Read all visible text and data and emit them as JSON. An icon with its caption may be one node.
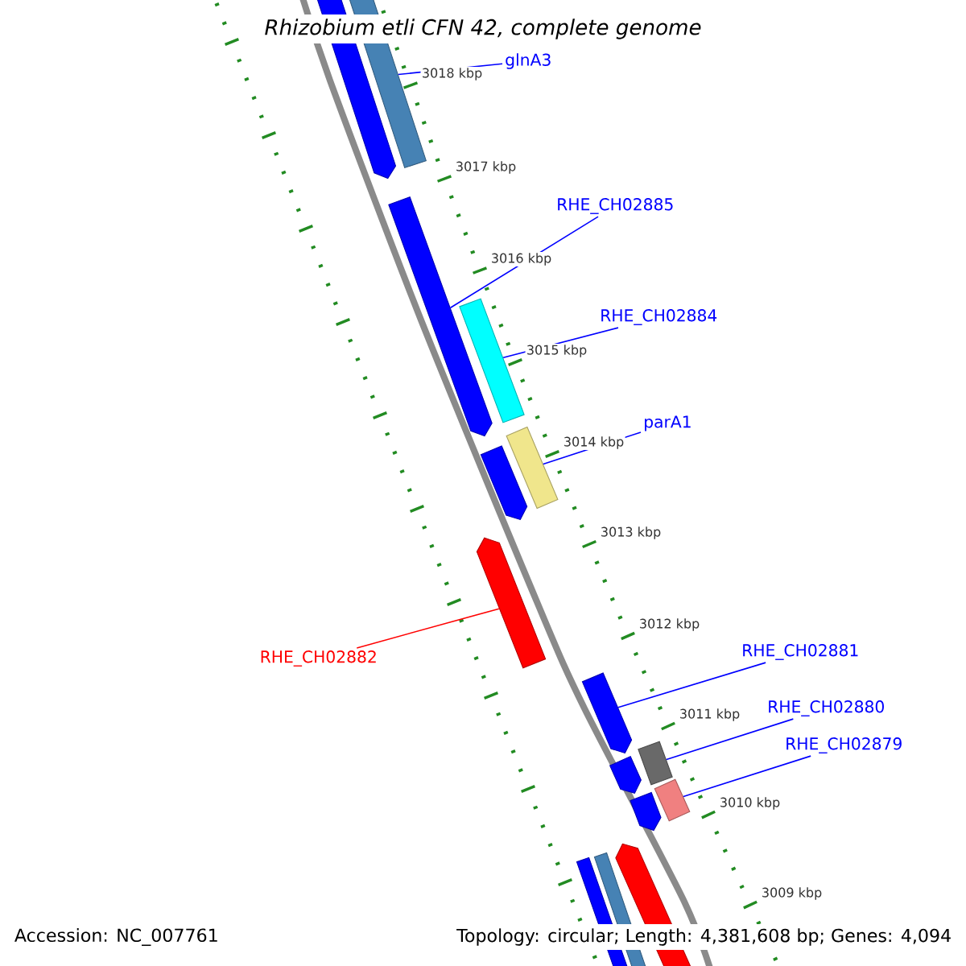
{
  "diagram": {
    "title": "Rhizobium etli CFN 42, complete genome",
    "nodes": [
      {
        "text": [
          "glnA3"
        ]
      },
      {
        "text": [],
        "shape": "bar"
      },
      {
        "text": [],
        "shape": "bar"
      },
      {
        "text": [
          "RHE_CH02885"
        ]
      },
      {
        "text": [],
        "shape": "bar"
      },
      {
        "text": [
          "RHE_CH02884"
        ]
      },
      {
        "text": [],
        "shape": "bar"
      },
      {
        "text": [
          "parA1"
        ]
      },
      {
        "text": [],
        "shape": "bar"
      },
      {
        "text": [],
        "shape": "bar"
      },
      {
        "text": [
          "RHE_CH02882"
        ]
      },
      {
        "text": [],
        "shape": "bar"
      },
      {
        "text": [
          "RHE_CH02881"
        ]
      },
      {
        "text": [],
        "shape": "bar"
      },
      {
        "text": [
          "RHE_CH02880"
        ]
      },
      {
        "text": [],
        "shape": "bar"
      },
      {
        "text": [],
        "shape": "bar"
      },
      {
        "text": [
          "RHE_CH02879"
        ]
      },
      {
        "text": [],
        "shape": "bar"
      },
      {
        "text": [],
        "shape": "bar"
      },
      {
        "text": [],
        "shape": "bar"
      },
      {
        "text": [],
        "shape": "bar"
      },
      {
        "text": [],
        "shape": "bar"
      }
    ],
    "edges": [
      {
        "from": 0,
        "to": 2,
        "arrow": "none"
      },
      {
        "from": 3,
        "to": 4,
        "arrow": "none"
      },
      {
        "from": 5,
        "to": 6,
        "arrow": "none"
      },
      {
        "from": 7,
        "to": 9,
        "arrow": "none"
      },
      {
        "from": 10,
        "to": 11,
        "arrow": "none",
        "color": "#ff0000"
      },
      {
        "from": 12,
        "to": 13,
        "arrow": "none"
      },
      {
        "from": 14,
        "to": 15,
        "arrow": "none"
      },
      {
        "from": 17,
        "to": 18,
        "arrow": "none"
      }
    ],
    "labels": [
      "3018 kbp",
      "3017 kbp",
      "3016 kbp",
      "3015 kbp",
      "3014 kbp",
      "3013 kbp",
      "3012 kbp",
      "3011 kbp",
      "3010 kbp",
      "3009 kbp",
      "Accession: NC_007761",
      "Topology: circular; Length: 4,381,608 bp; Genes: 4,094"
    ]
  }
}
